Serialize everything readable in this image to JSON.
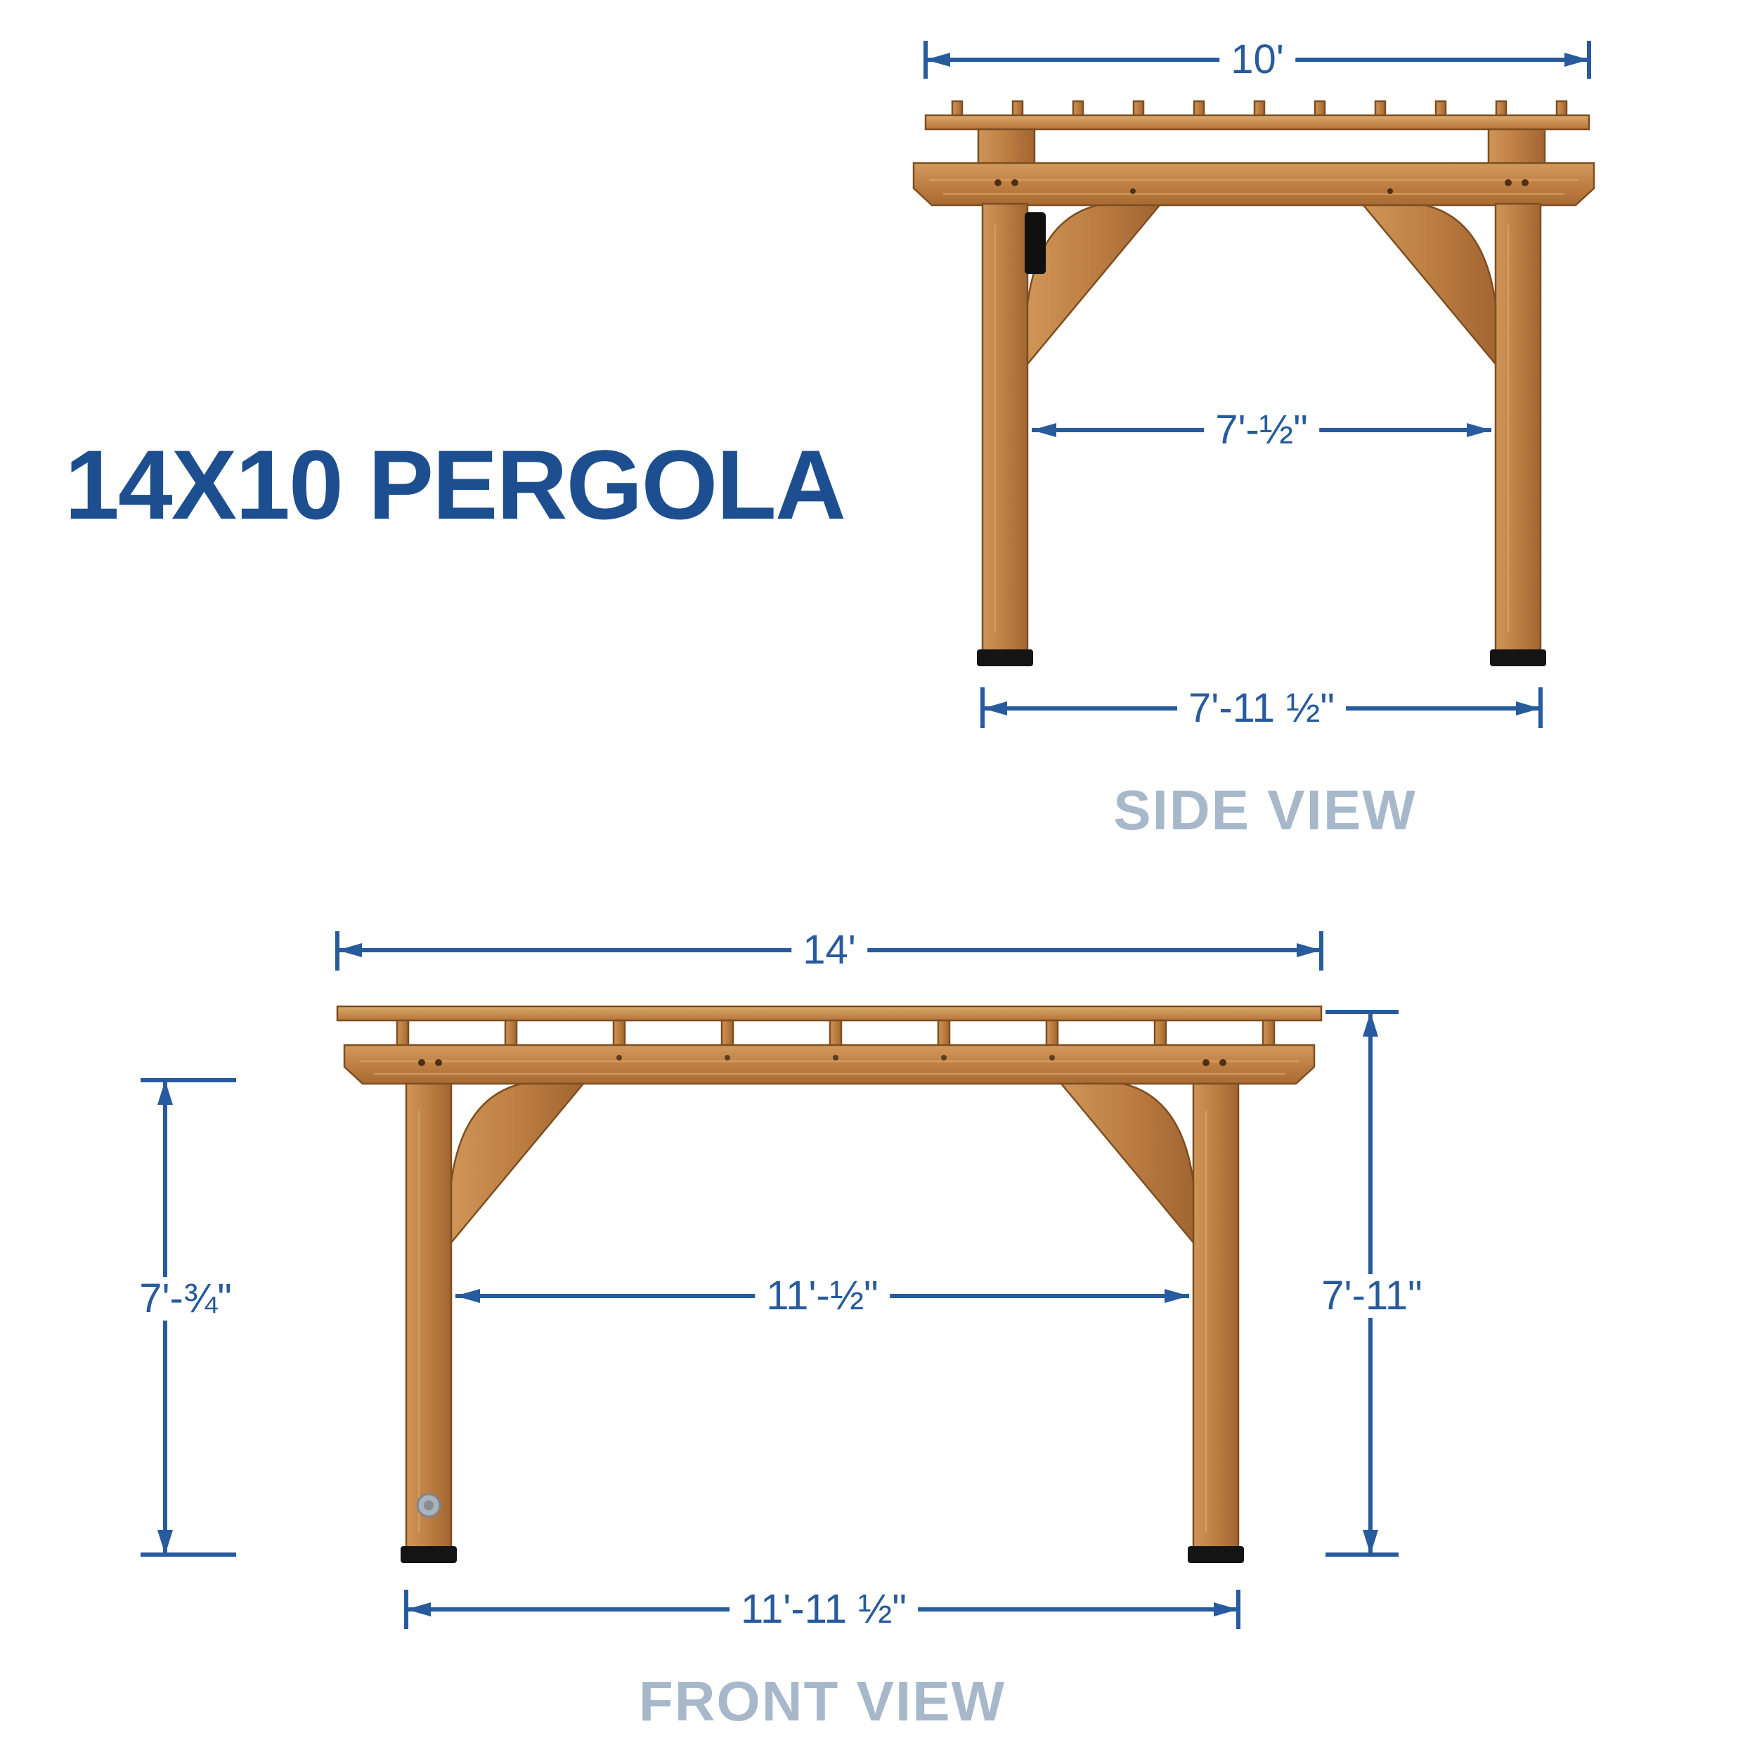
{
  "title": "14X10 PERGOLA",
  "views": {
    "side": {
      "label": "SIDE VIEW",
      "dims": {
        "top_width": "10'",
        "post_spacing": "7'-½\"",
        "base_width": "7'-11 ½\""
      }
    },
    "front": {
      "label": "FRONT VIEW",
      "dims": {
        "top_width": "14'",
        "post_height": "7'-¾\"",
        "post_spacing": "11'-½\"",
        "overall_height": "7'-11\"",
        "base_width": "11'-11 ½\""
      }
    }
  },
  "colors": {
    "dimension_blue": "#275b9d",
    "title_blue": "#1d4f90",
    "view_label_gray_blue": "#a6b8ca",
    "wood_light": "#d8a668",
    "wood_mid": "#c08044",
    "wood_dark": "#a26531",
    "wood_outline": "#7d4e20",
    "foot_black": "#141414",
    "background": "#ffffff"
  }
}
